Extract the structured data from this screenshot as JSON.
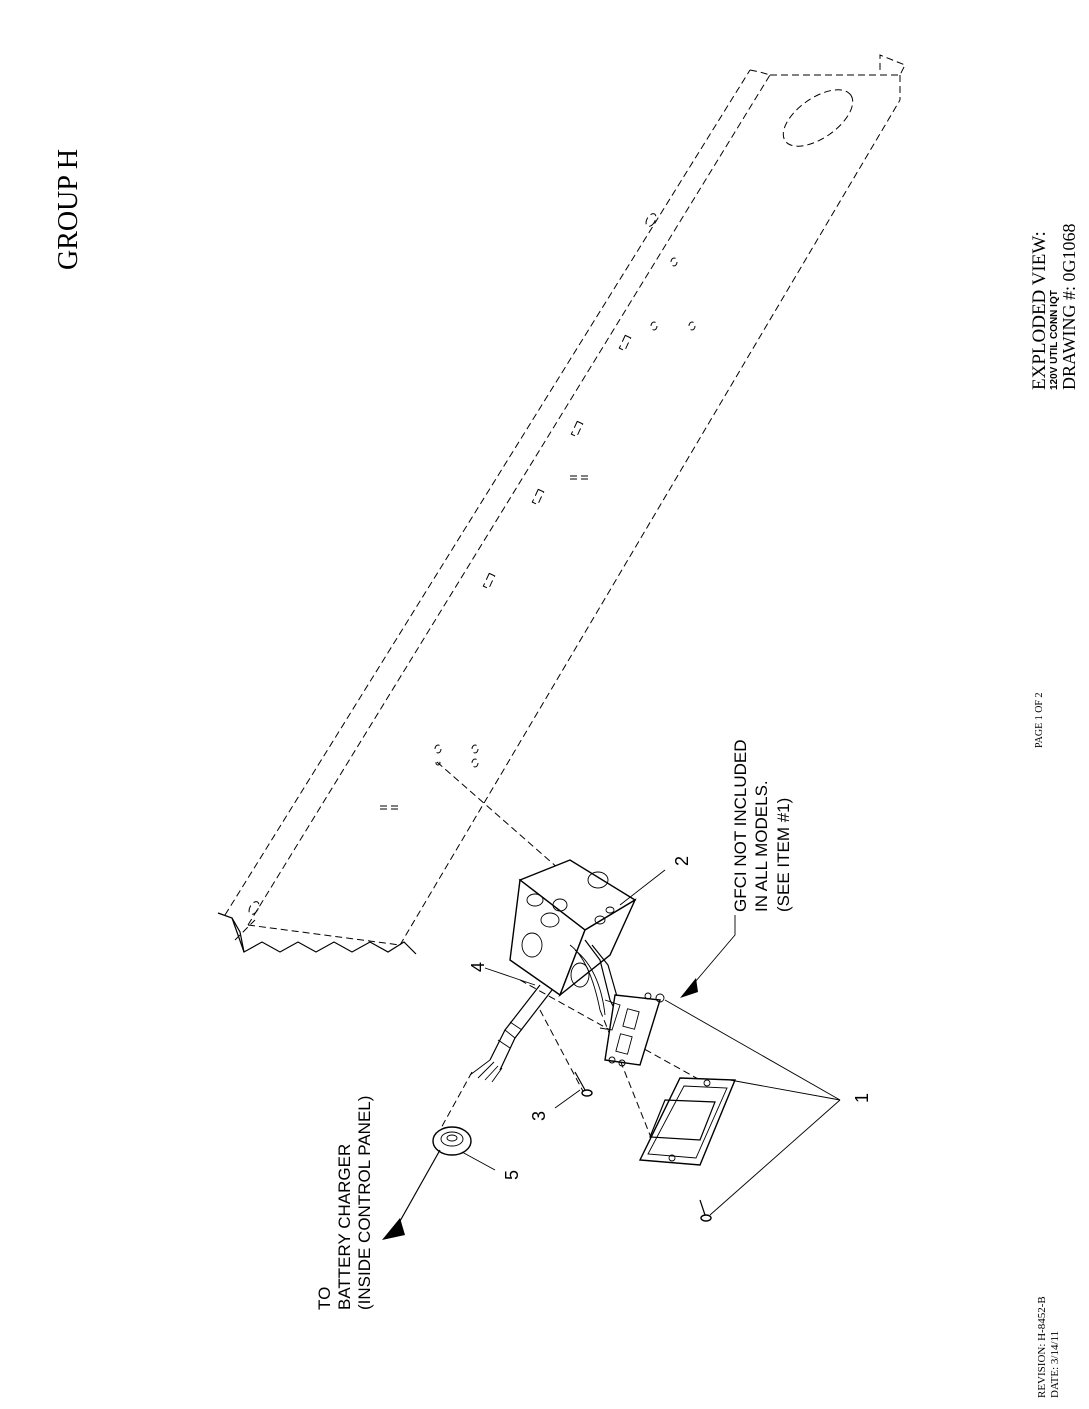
{
  "header": {
    "group": "GROUP H"
  },
  "title_block": {
    "view_label": "EXPLODED VIEW:",
    "description": "120V UTIL CONN IQT",
    "drawing_label": "DRAWING #: 0G1068"
  },
  "footer": {
    "page": "PAGE 1 OF 2",
    "revision": "REVISION: H-8452-B",
    "date": "DATE: 3/14/11"
  },
  "callouts": {
    "gfci_line1": "GFCI NOT INCLUDED",
    "gfci_line2": "IN ALL MODELS.",
    "gfci_line3": "(SEE ITEM #1)",
    "to_line1": "TO",
    "to_line2": "BATTERY CHARGER",
    "to_line3": "(INSIDE CONTROL PANEL)"
  },
  "items": {
    "item1": "1",
    "item2": "2",
    "item3": "3",
    "item4": "4",
    "item5": "5"
  }
}
